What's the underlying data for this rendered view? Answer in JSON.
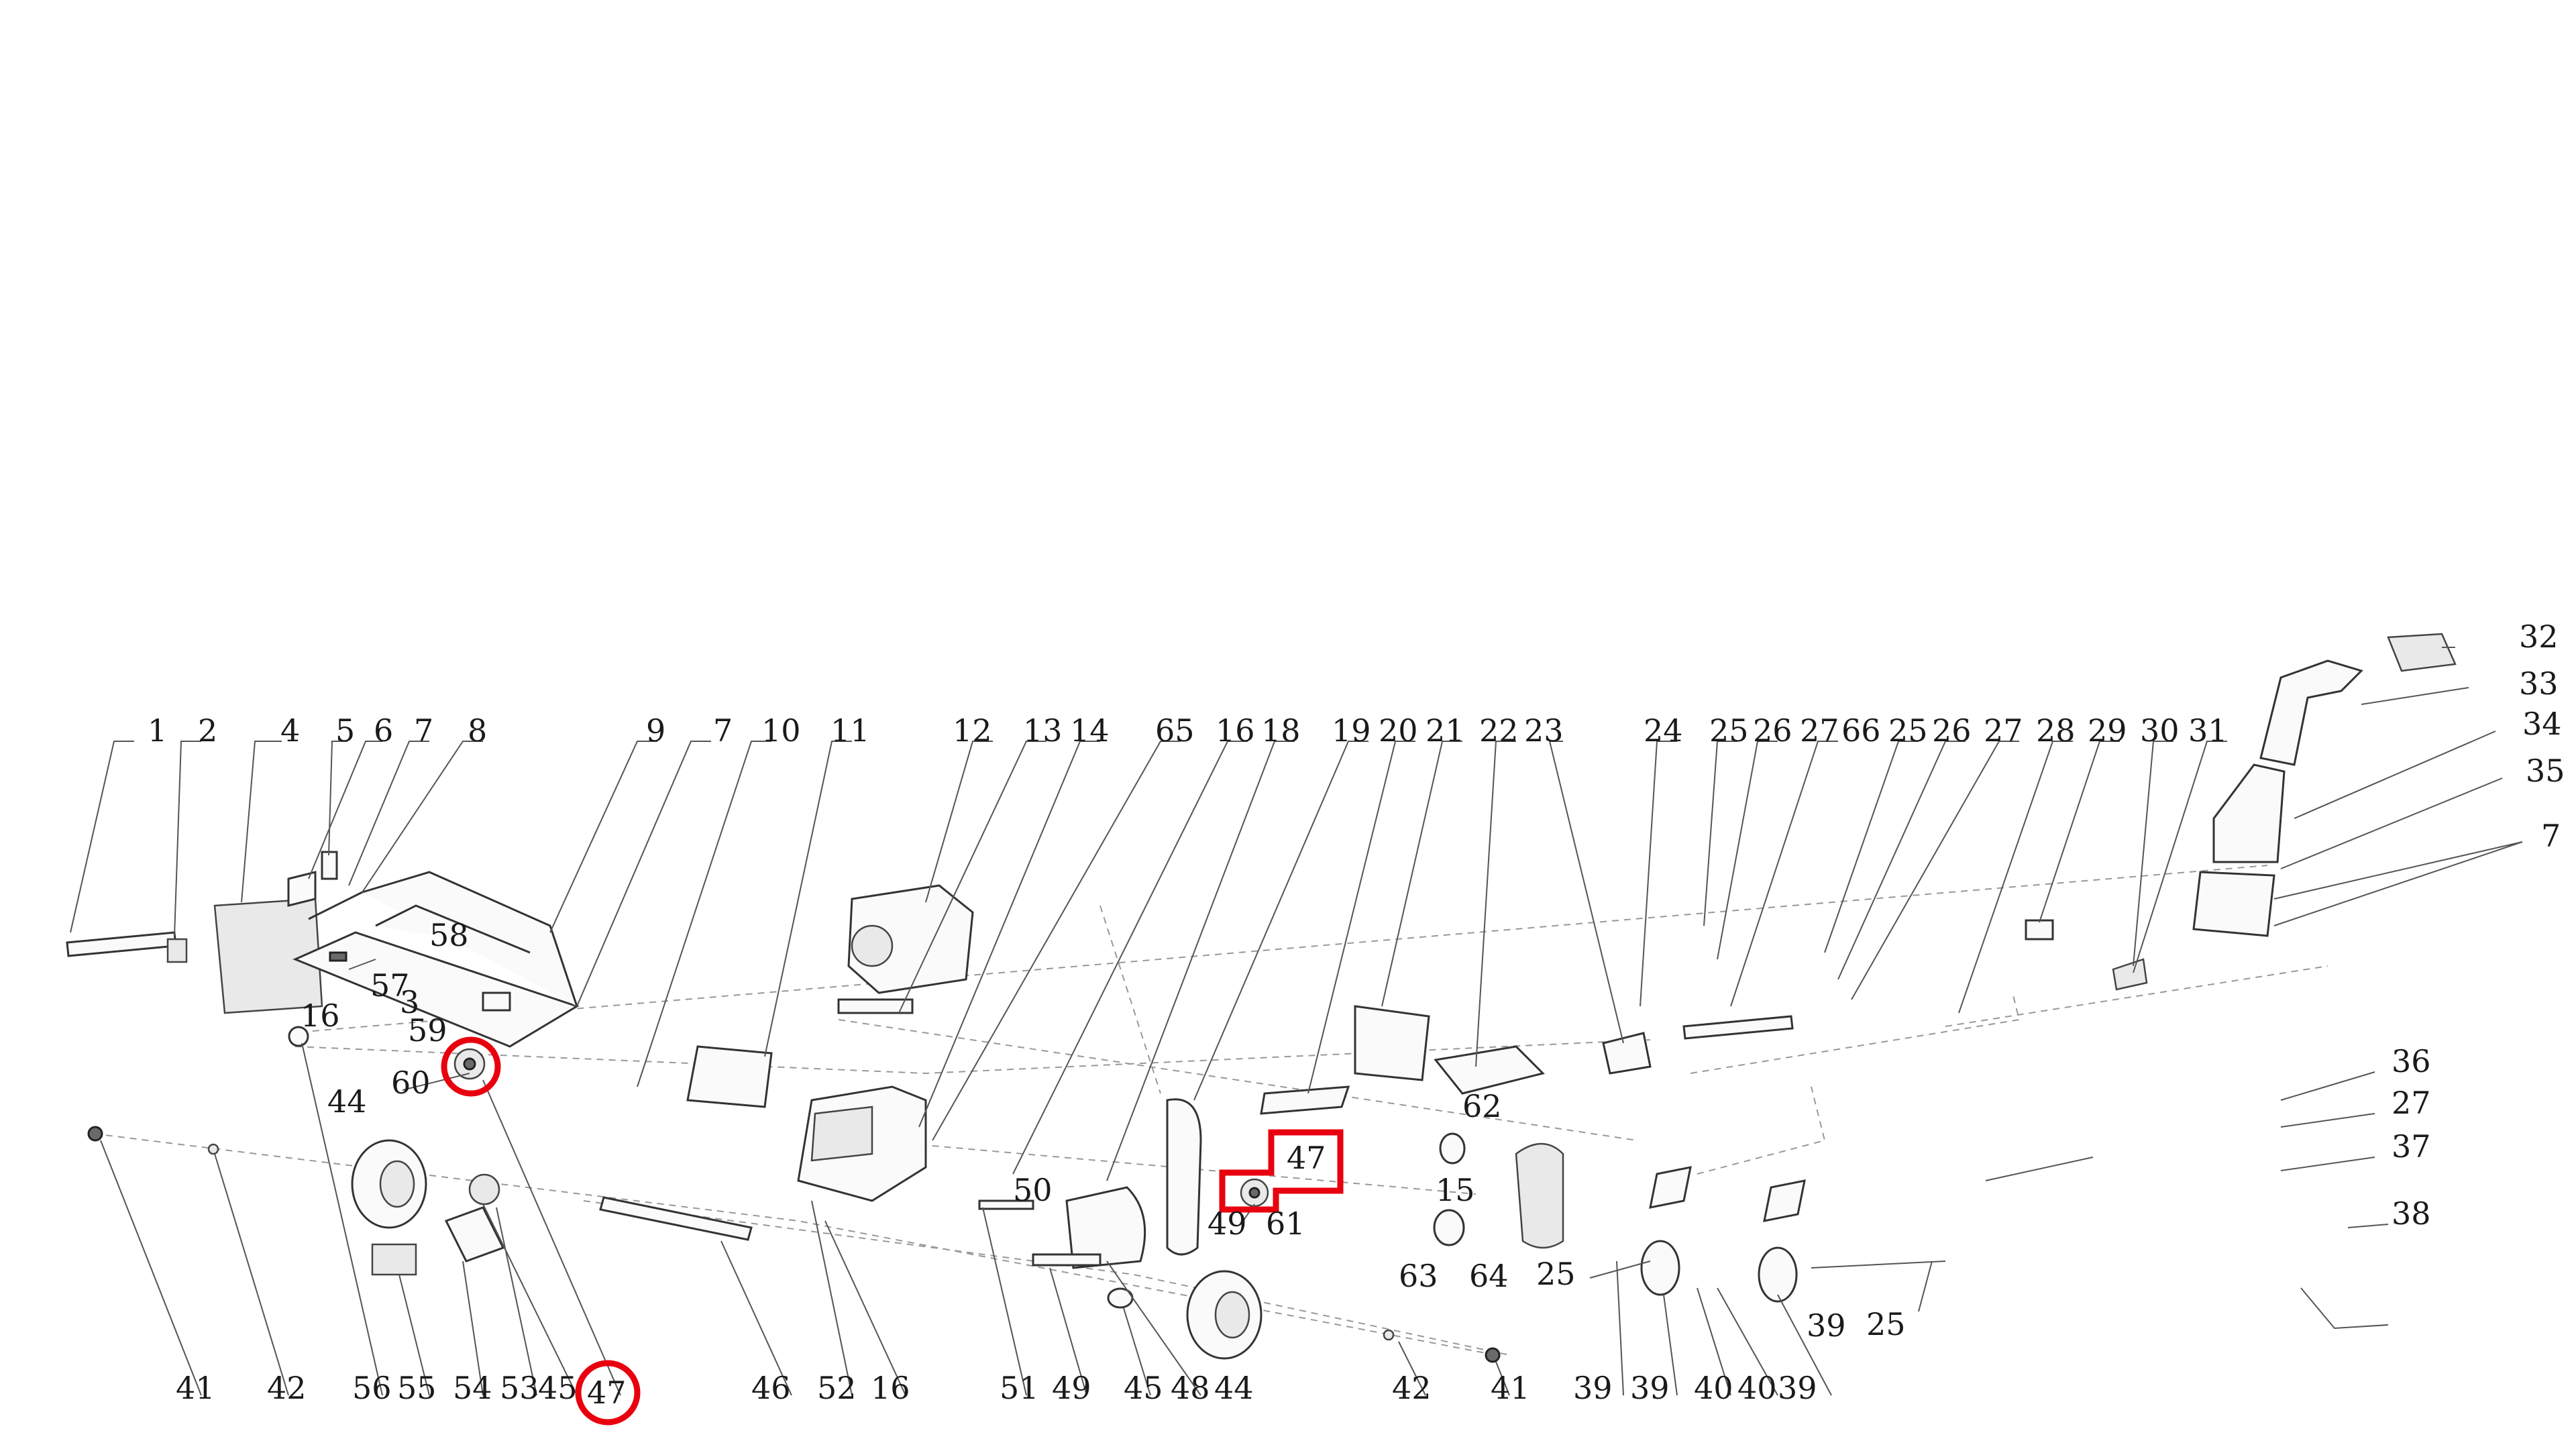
{
  "diagram": {
    "callouts_top": [
      "1",
      "2",
      "4",
      "5",
      "6",
      "7",
      "8",
      "9",
      "7",
      "10",
      "11",
      "12",
      "13",
      "14",
      "65",
      "16",
      "18",
      "19",
      "20",
      "21",
      "22",
      "23",
      "24",
      "25",
      "26",
      "27",
      "66",
      "25",
      "26",
      "27",
      "28",
      "29",
      "30",
      "31"
    ],
    "callouts_right": [
      "32",
      "33",
      "34",
      "35",
      "7"
    ],
    "callouts_inline": [
      "58",
      "57",
      "3",
      "16",
      "59",
      "60",
      "44",
      "62",
      "47",
      "50",
      "49",
      "61",
      "15",
      "63",
      "64",
      "25",
      "36",
      "27",
      "37",
      "38",
      "39",
      "25"
    ],
    "callouts_bottom": [
      "41",
      "42",
      "56",
      "55",
      "54",
      "53",
      "45",
      "47",
      "46",
      "52",
      "16",
      "51",
      "49",
      "45",
      "48",
      "44",
      "42",
      "41",
      "39",
      "39",
      "40",
      "40",
      "39"
    ],
    "highlight": {
      "color": "#e8000e",
      "part_number": "47"
    }
  }
}
